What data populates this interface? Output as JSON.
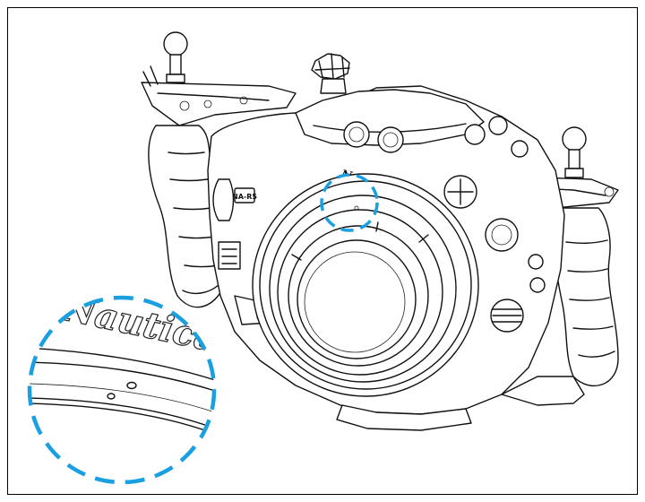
{
  "labels": {
    "brand_on_housing": "Nauticam",
    "model_badge": "NA-R5",
    "magnified_text": "Nautica"
  },
  "colors": {
    "line": "#111111",
    "highlight": "#1a9fe0",
    "background": "#ffffff",
    "frame": "#000000"
  },
  "icons": {
    "left_ball_mount": "ball-mount-icon",
    "right_ball_mount": "ball-mount-icon"
  }
}
